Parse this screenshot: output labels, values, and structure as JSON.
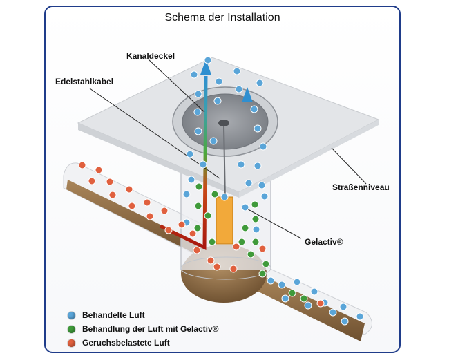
{
  "title": "Schema der Installation",
  "callouts": {
    "manhole_cover": "Kanaldeckel",
    "steel_cable": "Edelstahlkabel",
    "street_level": "Straßenniveau",
    "gelactiv": "Gelactiv®"
  },
  "legend": [
    {
      "label": "Behandelte Luft",
      "color": "#5aa5d8"
    },
    {
      "label": "Behandlung der Luft mit Gelactiv®",
      "color": "#3f9a3a"
    },
    {
      "label": "Geruchsbelastete Luft",
      "color": "#e0603e"
    }
  ],
  "colors": {
    "frame": "#1f3c8a",
    "sewer_pipe": "#8a6b43",
    "shaft_glass": "#e9ecef",
    "street_plate": "#e1e3e6",
    "flow_arrow_top": "#2f8fd0",
    "flow_arrow_mid": "#4caa3c",
    "flow_arrow_bottom": "#b01c12",
    "device": "#f2a93a"
  }
}
